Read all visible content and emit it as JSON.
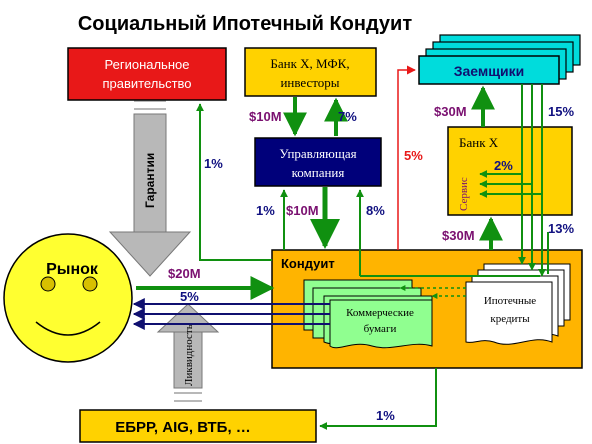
{
  "title": "Социальный Ипотечный Кондуит",
  "nodes": {
    "regional_gov": [
      "Региональное",
      "правительство"
    ],
    "bank_x_mfk": [
      "Банк X, МФК,",
      "инвесторы"
    ],
    "borrowers": "Заемщики",
    "management": [
      "Управляющая",
      "компания"
    ],
    "bank_x": "Банк X",
    "service": "Сервис",
    "conduit": "Кондуит",
    "market": "Рынок",
    "guarantees": "Гарантии",
    "liquidity": "Ликвидность",
    "commercial_paper": [
      "Коммерческие",
      "бумаги"
    ],
    "mortgage_loans": [
      "Ипотечные",
      "кредиты"
    ],
    "ebrd": "ЕБРР, AIG, ВТБ, …"
  },
  "labels": {
    "m10_a": "$10M",
    "p7": "7%",
    "p1_gov": "1%",
    "p5_red": "5%",
    "m30_top": "$30M",
    "p15": "15%",
    "p2": "2%",
    "p1_mc": "1%",
    "m10_b": "$10M",
    "p8": "8%",
    "m30_bottom": "$30M",
    "p13": "13%",
    "m20": "$20M",
    "p5_market": "5%",
    "p1_ebrd": "1%"
  },
  "colors": {
    "red_box": "#e81818",
    "yellow_box": "#ffd200",
    "orange_box": "#ffb400",
    "navy_box": "#00007a",
    "cyan_box": "#00dcdc",
    "light_green": "#90ff90",
    "green_arrow": "#109010",
    "navy_arrow": "#101070",
    "red_arrow": "#e81818",
    "grey_arrow": "#b8b8b8",
    "smiley": "#ffff30",
    "label_purple": "#7a1070",
    "label_navy": "#101080"
  }
}
